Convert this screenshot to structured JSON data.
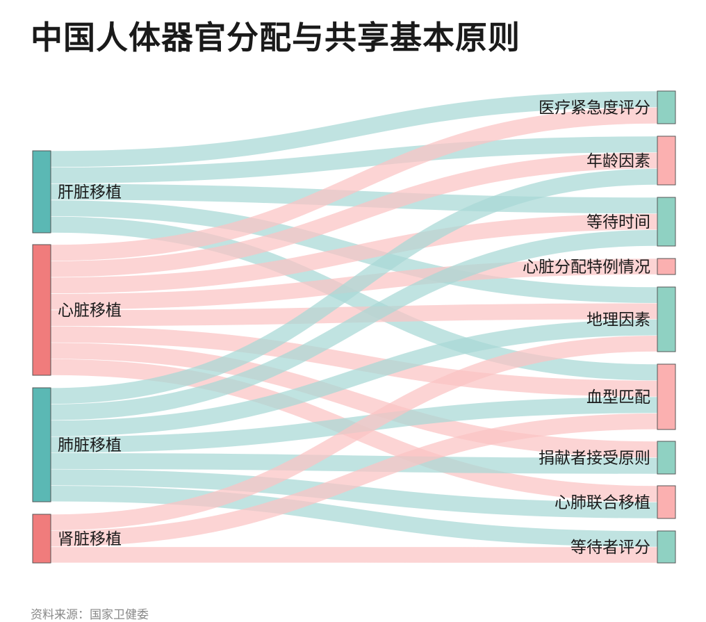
{
  "title": "中国人体器官分配与共享基本原则",
  "source": "资料来源：国家卫健委",
  "colors": {
    "teal_node": "#5bb8b4",
    "red_node": "#f07c7c",
    "teal_right": "#8fd1c2",
    "red_right": "#fbb0b0",
    "teal_link": "#a8d8d5",
    "red_link": "#fbc4c4",
    "node_stroke": "#555555"
  },
  "left_nodes": [
    {
      "id": "liver",
      "label": "肝脏移植",
      "color": "teal"
    },
    {
      "id": "heart",
      "label": "心脏移植",
      "color": "red"
    },
    {
      "id": "lung",
      "label": "肺脏移植",
      "color": "teal"
    },
    {
      "id": "kidney",
      "label": "肾脏移植",
      "color": "red"
    }
  ],
  "right_nodes": [
    {
      "id": "urgency",
      "label": "医疗紧急度评分",
      "color": "teal"
    },
    {
      "id": "age",
      "label": "年龄因素",
      "color": "red"
    },
    {
      "id": "wait",
      "label": "等待时间",
      "color": "teal"
    },
    {
      "id": "heart_special",
      "label": "心脏分配特例情况",
      "color": "red"
    },
    {
      "id": "geo",
      "label": "地理因素",
      "color": "teal"
    },
    {
      "id": "blood",
      "label": "血型匹配",
      "color": "red"
    },
    {
      "id": "donor",
      "label": "捐献者接受原则",
      "color": "teal"
    },
    {
      "id": "heartlung",
      "label": "心肺联合移植",
      "color": "red"
    },
    {
      "id": "waitscore",
      "label": "等待者评分",
      "color": "teal"
    }
  ],
  "links": [
    {
      "source": "liver",
      "target": "urgency",
      "value": 1
    },
    {
      "source": "liver",
      "target": "age",
      "value": 1
    },
    {
      "source": "liver",
      "target": "wait",
      "value": 1
    },
    {
      "source": "liver",
      "target": "geo",
      "value": 1
    },
    {
      "source": "liver",
      "target": "blood",
      "value": 1
    },
    {
      "source": "heart",
      "target": "urgency",
      "value": 1
    },
    {
      "source": "heart",
      "target": "age",
      "value": 1
    },
    {
      "source": "heart",
      "target": "wait",
      "value": 1
    },
    {
      "source": "heart",
      "target": "heart_special",
      "value": 1
    },
    {
      "source": "heart",
      "target": "geo",
      "value": 1
    },
    {
      "source": "heart",
      "target": "blood",
      "value": 1
    },
    {
      "source": "heart",
      "target": "donor",
      "value": 1
    },
    {
      "source": "heart",
      "target": "heartlung",
      "value": 1
    },
    {
      "source": "lung",
      "target": "age",
      "value": 1
    },
    {
      "source": "lung",
      "target": "wait",
      "value": 1
    },
    {
      "source": "lung",
      "target": "geo",
      "value": 1
    },
    {
      "source": "lung",
      "target": "blood",
      "value": 1
    },
    {
      "source": "lung",
      "target": "donor",
      "value": 1
    },
    {
      "source": "lung",
      "target": "heartlung",
      "value": 1
    },
    {
      "source": "lung",
      "target": "waitscore",
      "value": 1
    },
    {
      "source": "kidney",
      "target": "geo",
      "value": 1
    },
    {
      "source": "kidney",
      "target": "blood",
      "value": 1
    },
    {
      "source": "kidney",
      "target": "waitscore",
      "value": 1
    }
  ]
}
